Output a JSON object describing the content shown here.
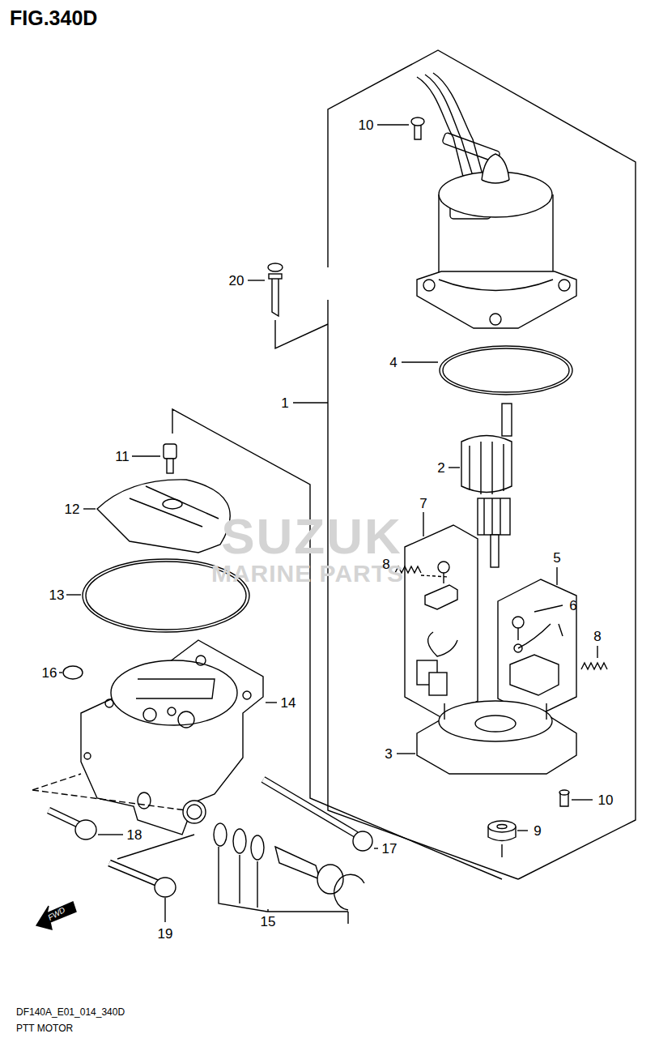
{
  "diagram": {
    "title": "FIG.340D",
    "caption": "PTT MOTOR",
    "labels": [
      "10",
      "20",
      "4",
      "1",
      "2",
      "11",
      "7",
      "12",
      "5",
      "8",
      "6",
      "13",
      "8",
      "16",
      "14",
      "3",
      "10",
      "18",
      "9",
      "17",
      "15",
      "19",
      "FWD",
      "DF140A_E01_014_340D",
      "SUZUK",
      "MARINE PARTS"
    ]
  }
}
